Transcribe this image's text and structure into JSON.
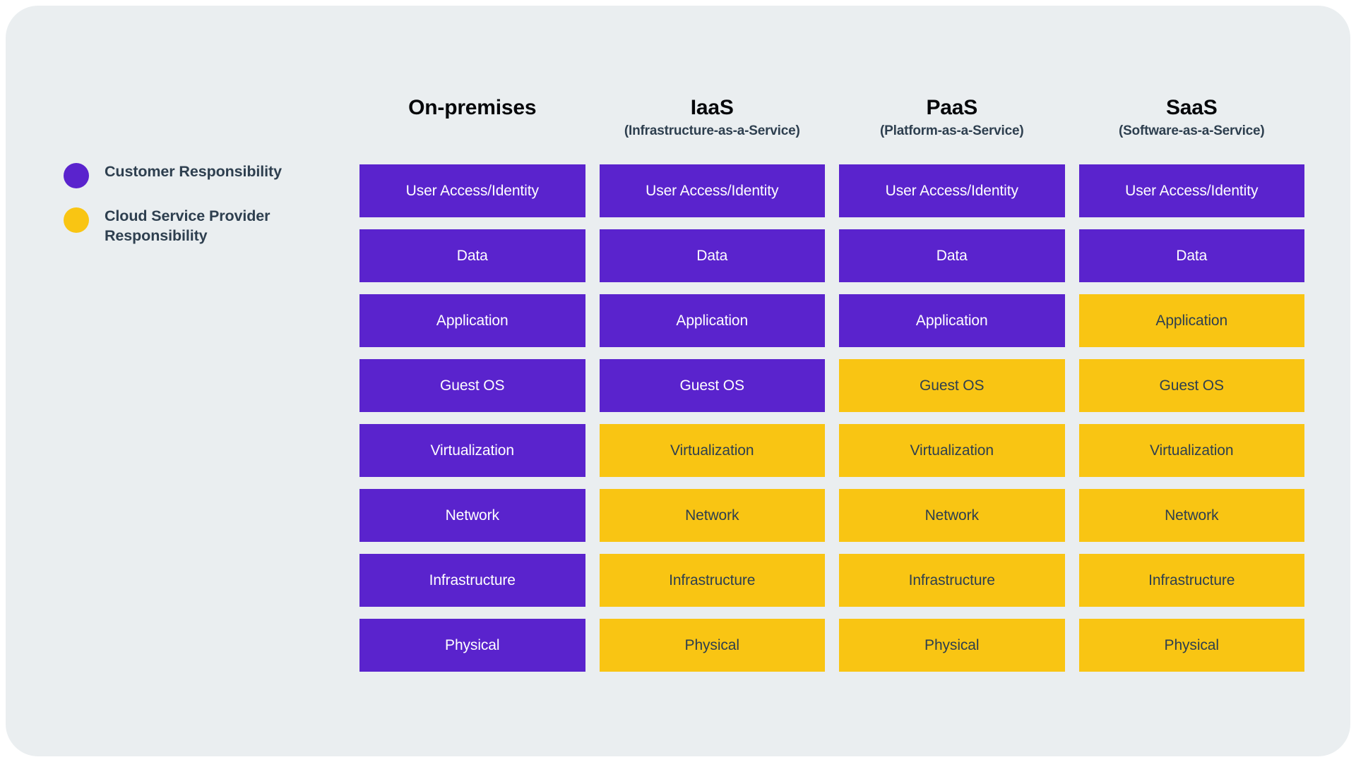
{
  "legend": {
    "items": [
      {
        "label": "Customer Responsibility",
        "color": "#5a23cd",
        "icon": "circle-icon"
      },
      {
        "label": "Cloud Service Provider Responsibility",
        "color": "#f9c513",
        "icon": "circle-icon"
      }
    ]
  },
  "colors": {
    "customer": "#5a23cd",
    "provider": "#f9c513",
    "card_background": "#eaeef0",
    "page_background": "#ffffff",
    "dark_text": "#2e3f4f",
    "title_text": "#06070a",
    "light_text": "#ffffff"
  },
  "chart_data": {
    "type": "table",
    "title": "",
    "layers": [
      "User Access/Identity",
      "Data",
      "Application",
      "Guest OS",
      "Virtualization",
      "Network",
      "Infrastructure",
      "Physical"
    ],
    "columns": [
      {
        "title": "On-premises",
        "subtitle": "",
        "responsibility": [
          "customer",
          "customer",
          "customer",
          "customer",
          "customer",
          "customer",
          "customer",
          "customer"
        ]
      },
      {
        "title": "IaaS",
        "subtitle": "(Infrastructure-as-a-Service)",
        "responsibility": [
          "customer",
          "customer",
          "customer",
          "customer",
          "provider",
          "provider",
          "provider",
          "provider"
        ]
      },
      {
        "title": "PaaS",
        "subtitle": "(Platform-as-a-Service)",
        "responsibility": [
          "customer",
          "customer",
          "customer",
          "provider",
          "provider",
          "provider",
          "provider",
          "provider"
        ]
      },
      {
        "title": "SaaS",
        "subtitle": "(Software-as-a-Service)",
        "responsibility": [
          "customer",
          "customer",
          "provider",
          "provider",
          "provider",
          "provider",
          "provider",
          "provider"
        ]
      }
    ],
    "legend": [
      "Customer Responsibility",
      "Cloud Service Provider Responsibility"
    ],
    "legend_position": "left"
  }
}
